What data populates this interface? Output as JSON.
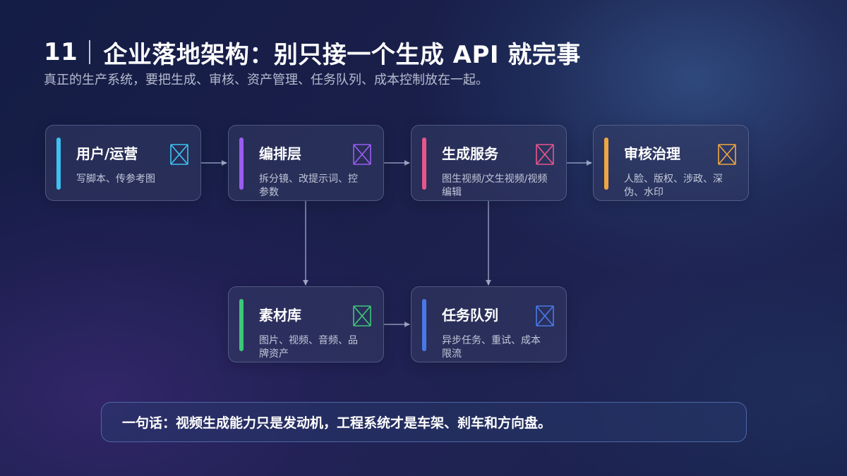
{
  "header": {
    "number": "11",
    "title": "企业落地架构：别只接一个生成 API 就完事",
    "subtitle": "真正的生产系统，要把生成、审核、资产管理、任务队列、成本控制放在一起。"
  },
  "nodes": [
    {
      "id": "user-ops",
      "title": "用户/运营",
      "desc": "写脚本、传参考图",
      "color": "#3fc1f0",
      "icon": "crossed-box-icon"
    },
    {
      "id": "orchestration",
      "title": "编排层",
      "desc": "拆分镜、改提示词、控参数",
      "color": "#9b5cf0",
      "icon": "crossed-box-icon"
    },
    {
      "id": "generation",
      "title": "生成服务",
      "desc": "图生视频/文生视频/视频编辑",
      "color": "#e8558c",
      "icon": "crossed-box-icon"
    },
    {
      "id": "review",
      "title": "审核治理",
      "desc": "人脸、版权、涉政、深伪、水印",
      "color": "#f0a640",
      "icon": "crossed-box-icon"
    },
    {
      "id": "assets",
      "title": "素材库",
      "desc": "图片、视频、音频、品牌资产",
      "color": "#3cc77a",
      "icon": "crossed-box-icon"
    },
    {
      "id": "queue",
      "title": "任务队列",
      "desc": "异步任务、重试、成本限流",
      "color": "#4a78e8",
      "icon": "crossed-box-icon"
    }
  ],
  "edges": [
    {
      "from": "user-ops",
      "to": "orchestration"
    },
    {
      "from": "orchestration",
      "to": "generation"
    },
    {
      "from": "generation",
      "to": "review"
    },
    {
      "from": "orchestration",
      "to": "assets"
    },
    {
      "from": "generation",
      "to": "queue"
    },
    {
      "from": "assets",
      "to": "queue"
    }
  ],
  "summary": {
    "text": "一句话：视频生成能力只是发动机，工程系统才是车架、刹车和方向盘。"
  }
}
